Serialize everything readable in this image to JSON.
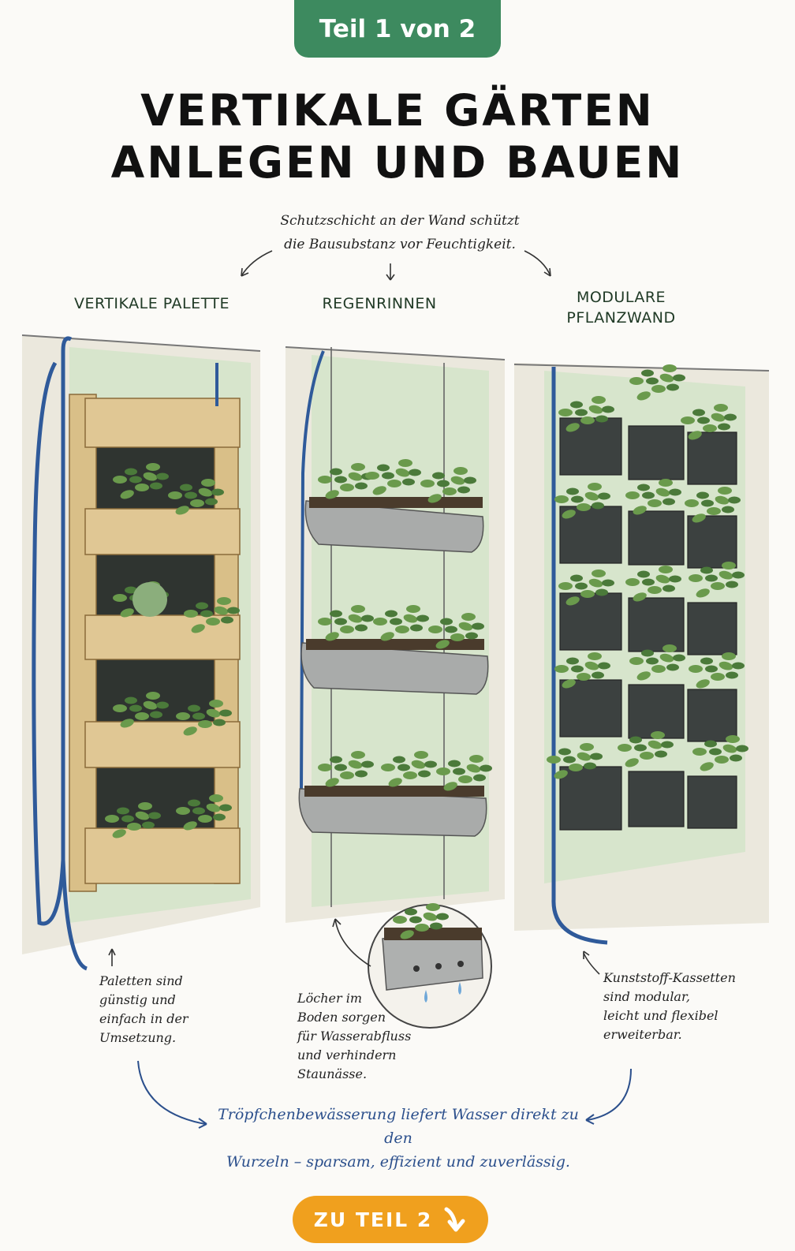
{
  "badge": {
    "label": "Teil 1 von 2"
  },
  "title": {
    "line1": "VERTIKALE GÄRTEN",
    "line2": "ANLEGEN UND BAUEN"
  },
  "note_top": {
    "line1": "Schutzschicht an der Wand schützt",
    "line2": "die Bausubstanz vor Feuchtigkeit."
  },
  "columns": [
    {
      "label": "VERTIKALE PALETTE"
    },
    {
      "label": "REGENRINNEN"
    },
    {
      "label_line1": "MODULARE",
      "label_line2": "PFLANZWAND"
    }
  ],
  "notes": {
    "palette": [
      "Paletten sind",
      "günstig und",
      "einfach in der",
      "Umsetzung."
    ],
    "gutter": [
      "Löcher im",
      "Boden sorgen",
      "für Wasserabfluss",
      "und verhindern",
      "Staunässe."
    ],
    "modular": [
      "Kunststoff-Kassetten",
      "sind modular,",
      "leicht und flexibel",
      "erweiterbar."
    ]
  },
  "irrigation_note": {
    "line1": "Tröpfchenbewässerung liefert Wasser direkt zu den",
    "line2": "Wurzeln – sparsam, effizient und zuverlässig."
  },
  "cta": {
    "label": "ZU TEIL 2",
    "icon": "arrow-down-right-icon"
  },
  "colors": {
    "badge": "#3d8a5f",
    "cta": "#f0a01e",
    "hose": "#2f5a9a",
    "wall_green": "#cfe0c6",
    "pallet_wood": "#dcc38c",
    "plant": "#5f9148"
  }
}
